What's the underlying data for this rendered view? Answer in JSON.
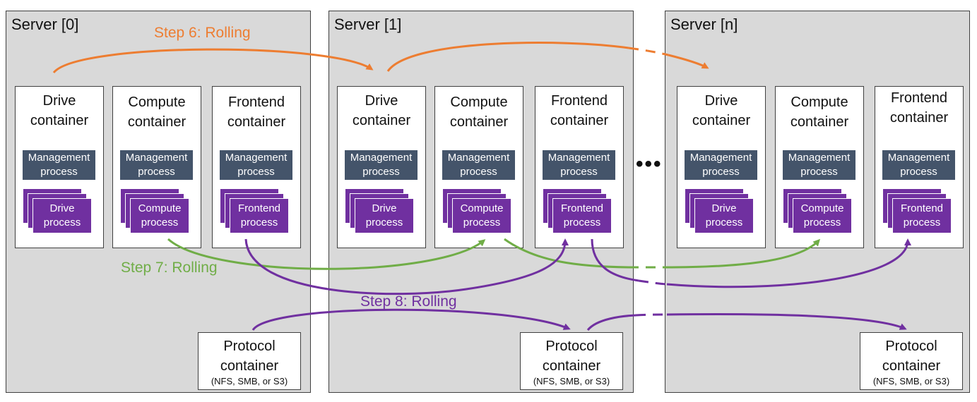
{
  "colors": {
    "server_bg": "#d9d9d9",
    "management": "#44546a",
    "process": "#7030a0",
    "step6": "#ed7d31",
    "step7": "#70ad47",
    "step8": "#7030a0"
  },
  "servers": [
    {
      "title": "Server [0]",
      "drive": {
        "title": "Drive\ncontainer",
        "mgmt": "Management\nprocess",
        "process": "Drive\nprocess"
      },
      "compute": {
        "title": "Compute\ncontainer",
        "mgmt": "Management\nprocess",
        "process": "Compute\nprocess"
      },
      "frontend": {
        "title": "Frontend\ncontainer",
        "mgmt": "Management\nprocess",
        "process": "Frontend\nprocess"
      },
      "protocol": {
        "title": "Protocol\ncontainer",
        "subtitle": "(NFS, SMB, or S3)"
      }
    },
    {
      "title": "Server [1]",
      "drive": {
        "title": "Drive\ncontainer",
        "mgmt": "Management\nprocess",
        "process": "Drive\nprocess"
      },
      "compute": {
        "title": "Compute\ncontainer",
        "mgmt": "Management\nprocess",
        "process": "Compute\nprocess"
      },
      "frontend": {
        "title": "Frontend\ncontainer",
        "mgmt": "Management\nprocess",
        "process": "Frontend\nprocess"
      },
      "protocol": {
        "title": "Protocol\ncontainer",
        "subtitle": "(NFS, SMB, or S3)"
      }
    },
    {
      "title": "Server [n]",
      "drive": {
        "title": "Drive\ncontainer",
        "mgmt": "Management\nprocess",
        "process": "Drive\nprocess"
      },
      "compute": {
        "title": "Compute\ncontainer",
        "mgmt": "Management\nprocess",
        "process": "Compute\nprocess"
      },
      "frontend": {
        "title": "Frontend\ncontainer",
        "mgmt": "Management\nprocess",
        "process": "Frontend\nprocess"
      },
      "protocol": {
        "title": "Protocol\ncontainer",
        "subtitle": "(NFS, SMB, or S3)"
      }
    }
  ],
  "ellipsis": "•••",
  "steps": {
    "step6": "Step 6: Rolling",
    "step7": "Step 7: Rolling",
    "step8": "Step 8: Rolling"
  }
}
